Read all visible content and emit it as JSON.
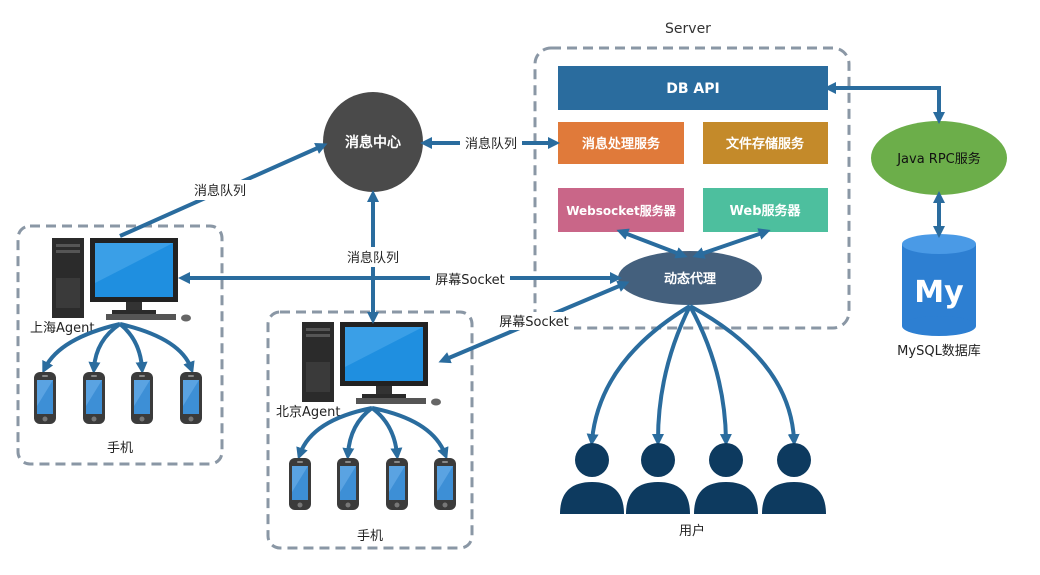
{
  "server": {
    "title": "Server"
  },
  "services": {
    "db_api": "DB API",
    "msg_service": "消息处理服务",
    "file_service": "文件存储服务",
    "ws_server": "Websocket服务器",
    "web_server": "Web服务器"
  },
  "nodes": {
    "msg_center": "消息中心",
    "proxy": "动态代理",
    "java_rpc": "Java RPC服务",
    "mysql_logo": "My",
    "mysql_label": "MySQL数据库",
    "users_label": "用户"
  },
  "agents": {
    "shanghai": {
      "label": "上海Agent",
      "phones_label": "手机"
    },
    "beijing": {
      "label": "北京Agent",
      "phones_label": "手机"
    }
  },
  "edges": {
    "mq_top_left": "消息队列",
    "mq_right": "消息队列",
    "mq_down": "消息队列",
    "socket_shanghai": "屏幕Socket",
    "socket_beijing": "屏幕Socket"
  },
  "colors": {
    "db_api": "#2a6c9e",
    "msg_service": "#e07a3a",
    "file_service": "#c48a2a",
    "ws_server": "#c96688",
    "web_server": "#4dbf9e",
    "msg_center": "#4a4a4a",
    "proxy": "#44607d",
    "java_rpc": "#6cae4a",
    "arrow": "#2a6c9e",
    "mysql": "#2d7fd2",
    "user": "#0d3a5f"
  }
}
